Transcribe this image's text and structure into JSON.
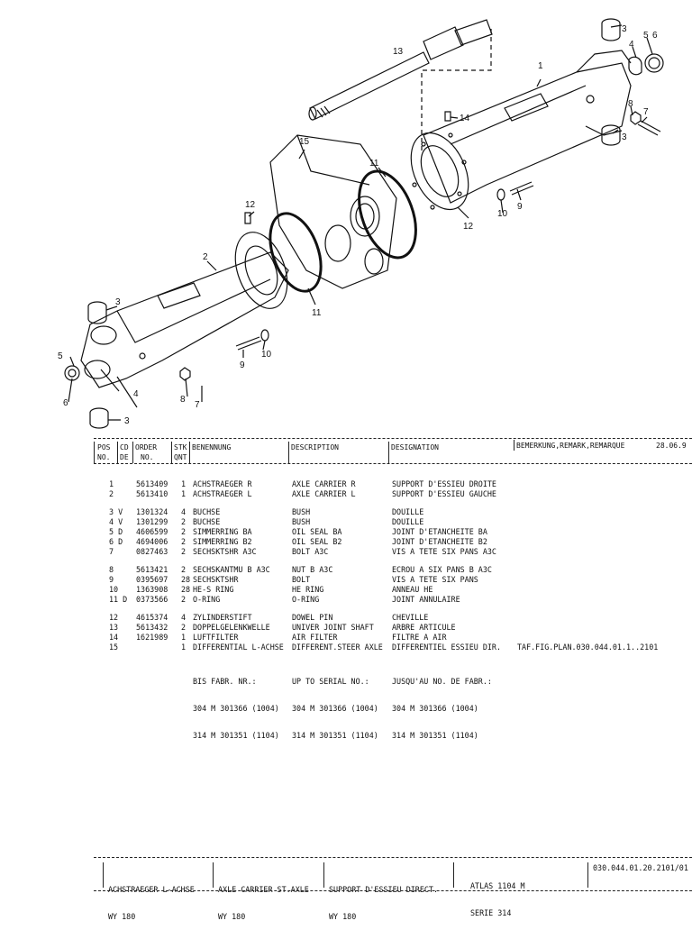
{
  "callouts": [
    "1",
    "2",
    "3",
    "3",
    "3",
    "3",
    "4",
    "4",
    "5",
    "6",
    "5",
    "6",
    "7",
    "7",
    "8",
    "8",
    "9",
    "9",
    "10",
    "10",
    "11",
    "11",
    "12",
    "12",
    "13",
    "14",
    "15"
  ],
  "header": {
    "pos": "POS",
    "no": "NO.",
    "cd": "CD",
    "de": "DE",
    "order": "ORDER",
    "order_no": "NO.",
    "stk": "STK",
    "qnt": "QNT",
    "benennung": "BENENNUNG",
    "description": "DESCRIPTION",
    "designation": "DESIGNATION",
    "remark": "BEMERKUNG,REMARK,REMARQUE",
    "date": "28.06.9"
  },
  "rows": [
    {
      "pos": "1",
      "order": "5613409",
      "qty": "1",
      "de": "ACHSTRAEGER R",
      "en": "AXLE CARRIER R",
      "fr": "SUPPORT D'ESSIEU DROITE",
      "rem": ""
    },
    {
      "pos": "2",
      "order": "5613410",
      "qty": "1",
      "de": "ACHSTRAEGER L",
      "en": "AXLE CARRIER L",
      "fr": "SUPPORT D'ESSIEU GAUCHE",
      "rem": ""
    },
    {
      "pos": "3 V",
      "order": "1301324",
      "qty": "4",
      "de": "BUCHSE",
      "en": "BUSH",
      "fr": "DOUILLE",
      "rem": ""
    },
    {
      "pos": "4 V",
      "order": "1301299",
      "qty": "2",
      "de": "BUCHSE",
      "en": "BUSH",
      "fr": "DOUILLE",
      "rem": ""
    },
    {
      "pos": "5 D",
      "order": "4606599",
      "qty": "2",
      "de": "SIMMERRING BA",
      "en": "OIL SEAL BA",
      "fr": "JOINT D'ETANCHEITE BA",
      "rem": ""
    },
    {
      "pos": "6 D",
      "order": "4694006",
      "qty": "2",
      "de": "SIMMERRING B2",
      "en": "OIL SEAL B2",
      "fr": "JOINT D'ETANCHEITE B2",
      "rem": ""
    },
    {
      "pos": "7",
      "order": "0827463",
      "qty": "2",
      "de": "SECHSKTSHR A3C",
      "en": "BOLT A3C",
      "fr": "VIS A TETE SIX PANS A3C",
      "rem": ""
    },
    {
      "pos": "8",
      "order": "5613421",
      "qty": "2",
      "de": "SECHSKANTMU B A3C",
      "en": "NUT B A3C",
      "fr": "ECROU A SIX PANS B A3C",
      "rem": ""
    },
    {
      "pos": "9",
      "order": "0395697",
      "qty": "28",
      "de": "SECHSKTSHR",
      "en": "BOLT",
      "fr": "VIS A TETE SIX PANS",
      "rem": ""
    },
    {
      "pos": "10",
      "order": "1363908",
      "qty": "28",
      "de": "HE-S RING",
      "en": "HE RING",
      "fr": "ANNEAU HE",
      "rem": ""
    },
    {
      "pos": "11 D",
      "order": "0373566",
      "qty": "2",
      "de": "O-RING",
      "en": "O-RING",
      "fr": "JOINT ANNULAIRE",
      "rem": ""
    },
    {
      "pos": "12",
      "order": "4615374",
      "qty": "4",
      "de": "ZYLINDERSTIFT",
      "en": "DOWEL PIN",
      "fr": "CHEVILLE",
      "rem": ""
    },
    {
      "pos": "13",
      "order": "5613432",
      "qty": "2",
      "de": "DOPPELGELENKWELLE",
      "en": "UNIVER JOINT SHAFT",
      "fr": "ARBRE ARTICULE",
      "rem": ""
    },
    {
      "pos": "14",
      "order": "1621989",
      "qty": "1",
      "de": "LUFTFILTER",
      "en": "AIR FILTER",
      "fr": "FILTRE A AIR",
      "rem": ""
    },
    {
      "pos": "15",
      "order": "",
      "qty": "1",
      "de": "DIFFERENTIAL L-ACHSE",
      "en": "DIFFERENT.STEER AXLE",
      "fr": "DIFFERENTIEL ESSIEU DIR.",
      "rem": "TAF.FIG.PLAN.030.044.01.1..2101"
    }
  ],
  "serial": {
    "de_head": "BIS FABR. NR.:",
    "en_head": "UP TO SERIAL NO.:",
    "fr_head": "JUSQU'AU NO. DE FABR.:",
    "line1": "304 M 301366 (1004)",
    "line2": "314 M 301351 (1104)"
  },
  "footer": {
    "de_title": "ACHSTRAEGER L-ACHSE",
    "de_sub": "WY 180",
    "en_title": "AXLE CARRIER ST.AXLE",
    "en_sub": "WY 180",
    "fr_title": "SUPPORT D'ESSIEU DIRECT.",
    "fr_sub": "WY 180",
    "model": "ATLAS 1104 M",
    "series": "SERIE 314",
    "docno": "030.044.01.20.2101/01"
  }
}
